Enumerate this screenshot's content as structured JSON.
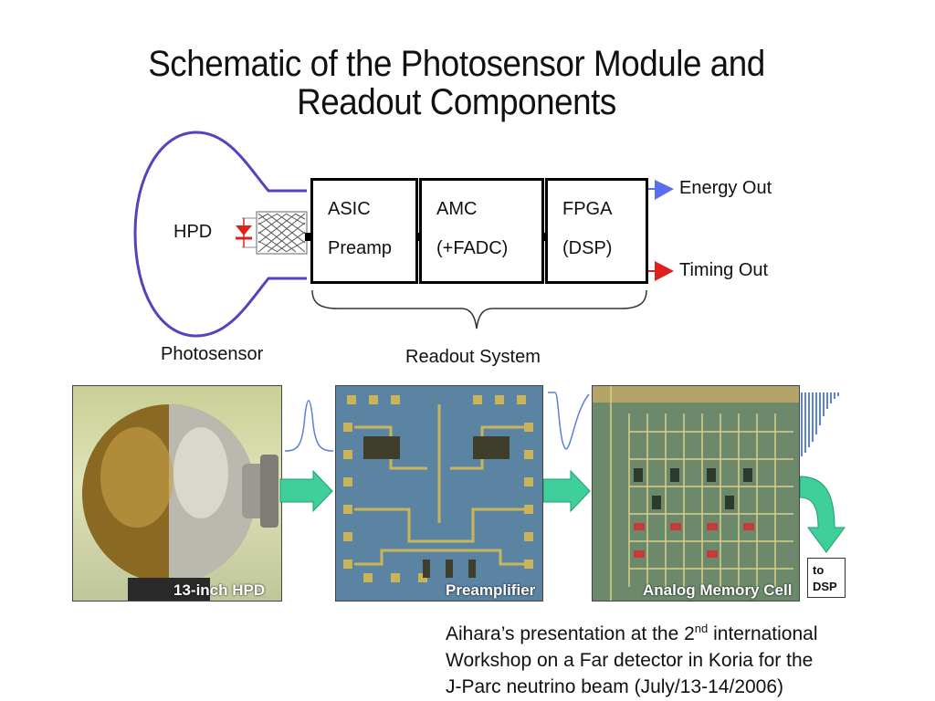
{
  "title_line1": "Schematic of  the Photosensor Module and",
  "title_line2": "Readout Components",
  "diagram": {
    "hpd": "HPD",
    "asic": [
      "ASIC",
      "Preamp"
    ],
    "amc": [
      "AMC",
      "(+FADC)"
    ],
    "fpga": [
      "FPGA",
      "(DSP)"
    ],
    "energy_out": "Energy Out",
    "timing_out": "Timing Out",
    "photosensor": "Photosensor",
    "readout_system": "Readout System",
    "colors": {
      "bulb": "#5a3fc0",
      "energy_arrow": "#5a6ff0",
      "timing_arrow": "#e0201c",
      "diode": "#e0201c"
    }
  },
  "photos": {
    "hpd_label": "13-inch HPD",
    "preamp_label": "Preamplifier",
    "amc_label": "Analog Memory Cell",
    "to_dsp": [
      "to",
      "DSP"
    ],
    "arrow_color": "#3fcf9a"
  },
  "caption": {
    "line1_pre": "Aihara’s presentation at the 2",
    "line1_sup": "nd",
    "line1_post": " international",
    "line2": "Workshop on a Far detector in Koria for the",
    "line3": "J-Parc neutrino beam (July/13-14/2006)"
  }
}
